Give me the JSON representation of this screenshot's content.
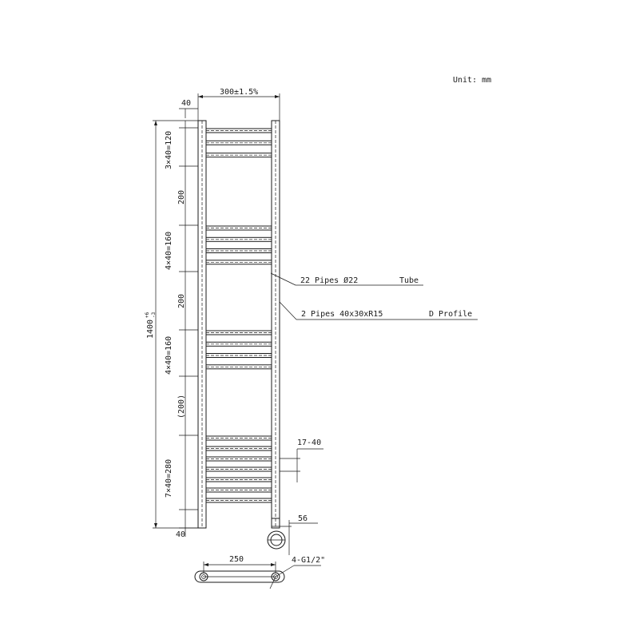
{
  "unit_label": "Unit: mm",
  "dimensions": {
    "width_top": "300±1.5%",
    "offset_top": "40",
    "height_total": "1400",
    "height_tol_upper": "+6",
    "height_tol_lower": "-3",
    "group1": "3×40=120",
    "gap1": "200",
    "group2": "4×40=160",
    "gap2": "200",
    "group3": "4×40=160",
    "gap3": "(200)",
    "group4": "7×40=280",
    "offset_bottom": "40",
    "valve_offset": "17-40",
    "connector_width": "56",
    "bottom_width": "250",
    "thread": "4-G1/2\""
  },
  "callouts": {
    "tube_count": "22 Pipes Ø22",
    "tube_type": "Tube",
    "profile_count": "2 Pipes 40x30xR15",
    "profile_type": "D Profile"
  },
  "rail_groups": [
    3,
    4,
    4,
    7
  ]
}
